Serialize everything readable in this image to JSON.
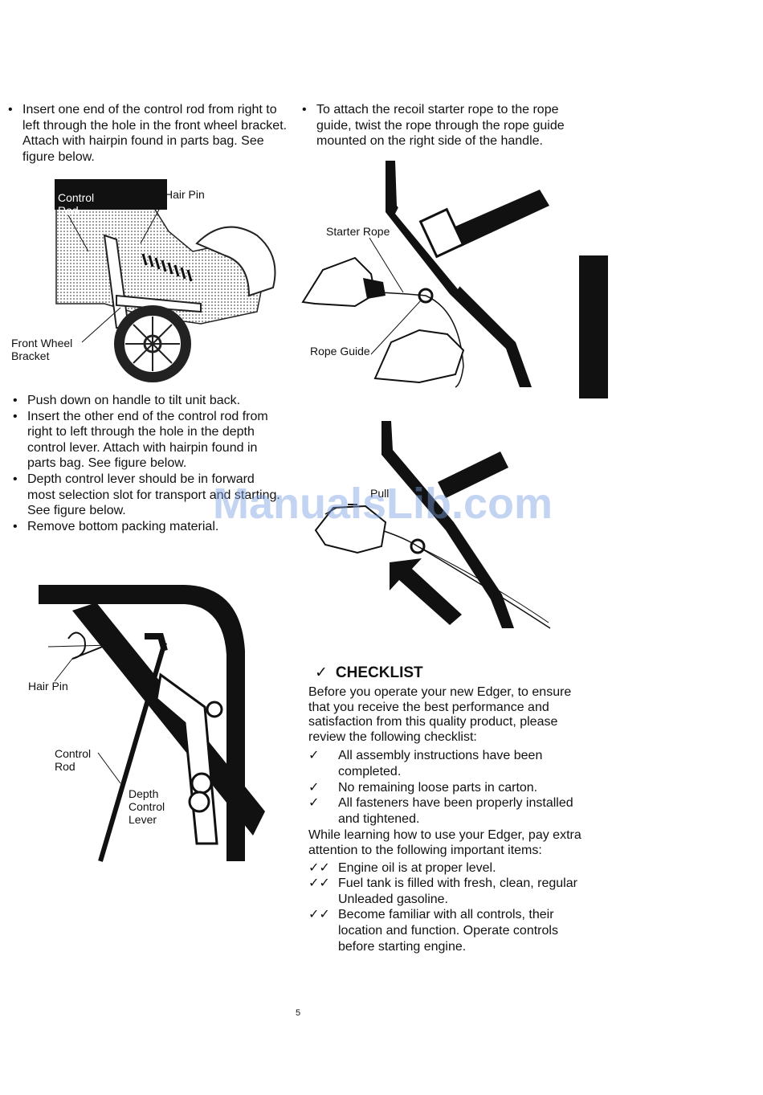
{
  "left_column": {
    "bullets_top": [
      "Insert one end of the control rod from right to left through the hole in the front wheel bracket. Attach with hairpin found in parts bag. See figure below."
    ],
    "figure1_labels": {
      "control_rod": "Control Rod",
      "hair_pin": "Hair Pin",
      "front_wheel_bracket": "Front Wheel Bracket"
    },
    "bullets_middle": [
      "Push down on handle to tilt unit back.",
      "Insert the other end of the control rod from right to left through the hole in the depth control lever. Attach with hairpin found in parts bag. See figure below.",
      "Depth control lever should be in forward most selection slot for transport and starting. See figure below.",
      "Remove bottom packing material."
    ],
    "figure3_labels": {
      "hair_pin": "Hair Pin",
      "control_rod": "Control Rod",
      "depth_control_lever": "Depth Control Lever"
    }
  },
  "right_column": {
    "bullets_top": [
      "To attach the recoil starter rope to the rope guide, twist the rope through the rope guide mounted on the right side of the handle."
    ],
    "figure2_labels": {
      "starter_rope": "Starter Rope",
      "rope_guide": "Rope Guide"
    },
    "figure4_labels": {
      "pull": "Pull"
    },
    "checklist": {
      "check_glyph": "✓",
      "heading": "CHECKLIST",
      "intro": "Before you operate your new Edger, to ensure that you receive the best performance and satisfaction from this quality product, please review the following checklist:",
      "items": [
        {
          "mark": "✓",
          "text": "All assembly instructions have been completed."
        },
        {
          "mark": "✓",
          "text": "No remaining loose parts in carton."
        },
        {
          "mark": "✓",
          "text": "All fasteners have been properly installed and tightened."
        }
      ],
      "learning_intro": "While learning how to use your Edger, pay extra attention to the following important items:",
      "important_items": [
        {
          "mark": "✓✓",
          "text": "Engine oil is at proper level."
        },
        {
          "mark": "✓✓",
          "text": "Fuel tank is filled with fresh, clean, regular Unleaded gasoline."
        },
        {
          "mark": "✓✓",
          "text": "Become familiar with all controls, their location and function. Operate controls before starting engine."
        }
      ]
    }
  },
  "watermark": "ManualsLib.com",
  "page_number": "5"
}
